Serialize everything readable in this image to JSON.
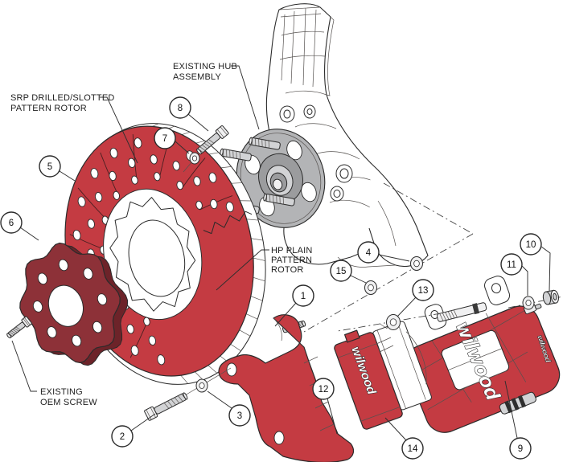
{
  "figure": {
    "background": "#ffffff",
    "colors": {
      "line": "#2b2b2b",
      "part_red": "#c43b42",
      "adapter_red": "#8d3138",
      "adapter_red_shadow": "#6d2329",
      "hub_gray": "#b3b4b6",
      "hub_gray_dark": "#9b9c9e",
      "metal_light": "#f0f0f1",
      "metal_mid": "#d2d3d5"
    },
    "brand_script": "wilwood",
    "labels": {
      "srp_rotor_line1": "SRP DRILLED/SLOTTED",
      "srp_rotor_line2": "PATTERN ROTOR",
      "hub_line1": "EXISTING HUB",
      "hub_line2": "ASSEMBLY",
      "hp_rotor_line1": "HP PLAIN",
      "hp_rotor_line2": "PATTERN",
      "hp_rotor_line3": "ROTOR",
      "oem_line1": "EXISTING",
      "oem_line2": "OEM SCREW"
    },
    "callouts": {
      "c1": "1",
      "c2": "2",
      "c3": "3",
      "c4": "4",
      "c5": "5",
      "c6": "6",
      "c7": "7",
      "c8": "8",
      "c9": "9",
      "c10": "10",
      "c11": "11",
      "c12": "12",
      "c13": "13",
      "c14": "14",
      "c15": "15"
    }
  }
}
